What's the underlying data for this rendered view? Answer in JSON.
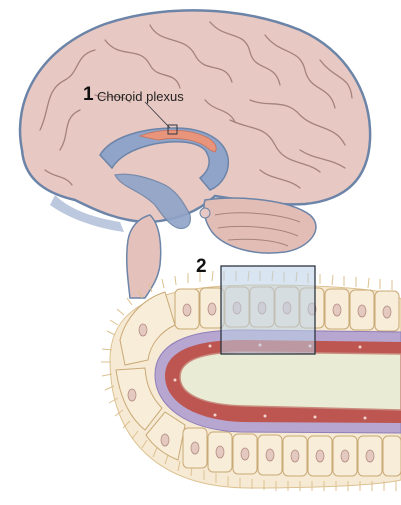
{
  "callouts": [
    {
      "number": "1",
      "label": "Choroid plexus"
    },
    {
      "number": "2"
    }
  ],
  "colors": {
    "brain": "#e8c8c2",
    "brain_fold_line": "#a4837e",
    "brain_outline": "#6b84a8",
    "ventricle": "#8fa4c8",
    "choroid_plexus": "#e9957b",
    "epithelial_cell": "#f8edd9",
    "cilia": "#dcc190",
    "basement_layer": "#b6a6d0",
    "capillary_wall": "#bd5550",
    "capillary_core": "#e9ebd4",
    "zoom_box_fill": "#b9cfe6",
    "zoom_box_stroke": "#2d3540"
  }
}
